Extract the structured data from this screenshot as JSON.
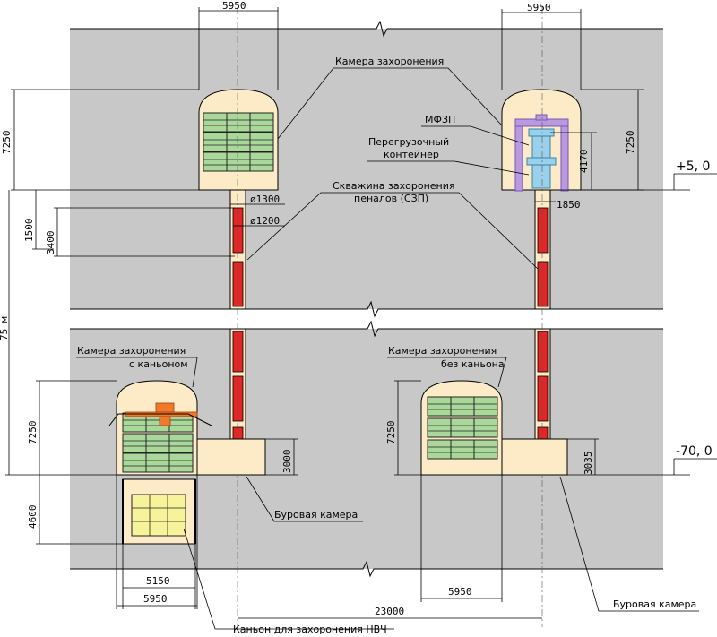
{
  "labels": {
    "chamber_top": "Камера захоронения",
    "mfzp": "МФЗП",
    "reload_container_line1": "Перегрузочный",
    "reload_container_line2": "контейнер",
    "well_line1": "Скважина захоронения",
    "well_line2": "пеналов (СЗП)",
    "chamber_canyon_line1": "Камера захоронения",
    "chamber_canyon_line2": "с каньоном",
    "chamber_nocanyon_line1": "Камера захоронения",
    "chamber_nocanyon_line2": "без каньона",
    "drill_chamber_left": "Буровая камера",
    "drill_chamber_right": "Буровая камера",
    "canyon_hlw": "Каньон для захоронения НВЧ"
  },
  "levels": {
    "top": "+5, 0",
    "bottom": "-70, 0"
  },
  "dimensions": {
    "width_top_left": "5950",
    "width_top_right": "5950",
    "height_top_left": "7250",
    "height_top_right": "7250",
    "height_container": "4170",
    "d1300": "ø1300",
    "d1200": "ø1200",
    "d1850": "1850",
    "d1500": "1500",
    "d3400": "3400",
    "depth_total": "75 м",
    "height_canyon_chamber": "7250",
    "height_canyon": "4600",
    "height_drill_left": "3000",
    "height_nocanyon": "7250",
    "height_drill_right": "3035",
    "width_canyon_inner": "5150",
    "width_canyon_outer": "5950",
    "width_nocanyon": "5950",
    "span_total": "23000"
  },
  "colors": {
    "rock": "#c8c8c8",
    "chamber_fill": "#fdebc8",
    "package_fill": "#a9d89a",
    "package_yellow": "#f6f39a",
    "well_red": "#e02626",
    "crane_orange": "#f07a2a",
    "mfzp_purple": "#b89ae0",
    "container_blue": "#9ad0ea"
  }
}
